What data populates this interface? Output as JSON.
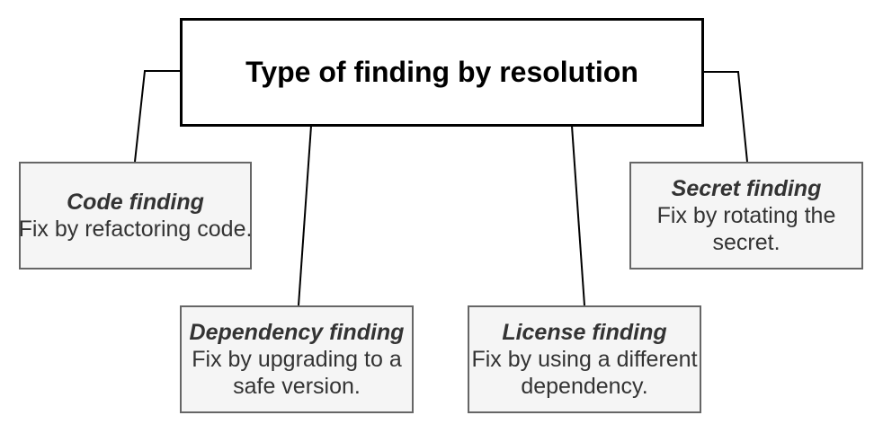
{
  "diagram": {
    "type": "tree",
    "root_label": "Type of finding by resolution",
    "nodes": [
      {
        "title": "Code finding",
        "body": "Fix by refactoring code."
      },
      {
        "title": "Dependency finding",
        "body": "Fix by upgrading to a\nsafe version."
      },
      {
        "title": "License finding",
        "body": "Fix by using a different\ndependency."
      },
      {
        "title": "Secret finding",
        "body": "Fix by rotating the\nsecret."
      }
    ],
    "colors": {
      "background": "#ffffff",
      "root_fill": "#ffffff",
      "root_stroke": "#000000",
      "root_text": "#000000",
      "node_fill": "#f5f5f5",
      "node_stroke": "#666666",
      "node_text": "#333333",
      "connector": "#000000"
    }
  }
}
